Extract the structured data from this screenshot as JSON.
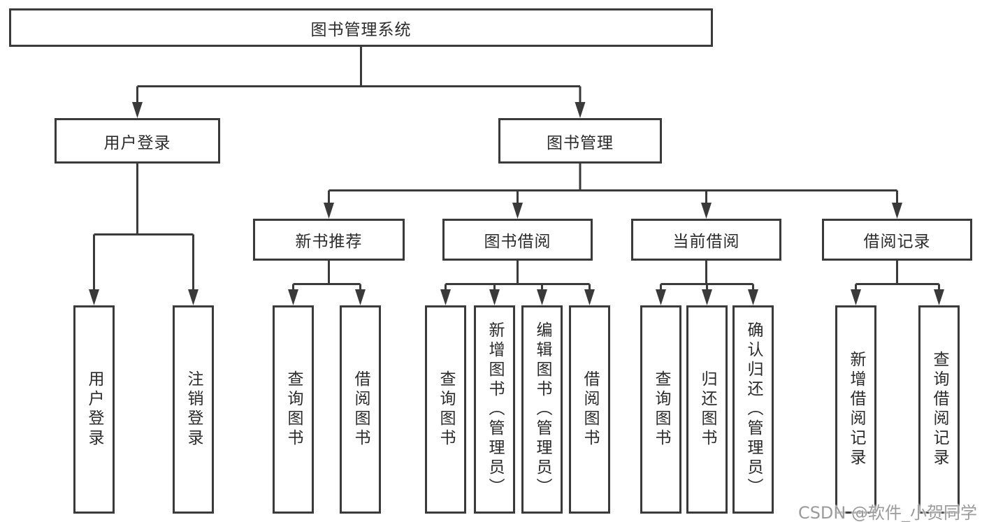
{
  "diagram": {
    "title": "图书管理系统",
    "modules": [
      {
        "name": "用户登录",
        "features": [
          "用户登录",
          "注销登录"
        ]
      },
      {
        "name": "图书管理",
        "submodules": [
          {
            "name": "新书推荐",
            "features": [
              "查询图书",
              "借阅图书"
            ]
          },
          {
            "name": "图书借阅",
            "features": [
              "查询图书",
              "新增图书（管理员）",
              "编辑图书（管理员）",
              "借阅图书"
            ]
          },
          {
            "name": "当前借阅",
            "features": [
              "查询图书",
              "归还图书",
              "确认归还（管理员）"
            ]
          },
          {
            "name": "借阅记录",
            "features": [
              "新增借阅记录",
              "查询借阅记录"
            ]
          }
        ]
      }
    ]
  },
  "watermark": "CSDN @软件_小贺同学",
  "colors": {
    "line": "#3a3a3a",
    "text": "#2b2b2b",
    "watermark": "#9b9b9b"
  }
}
